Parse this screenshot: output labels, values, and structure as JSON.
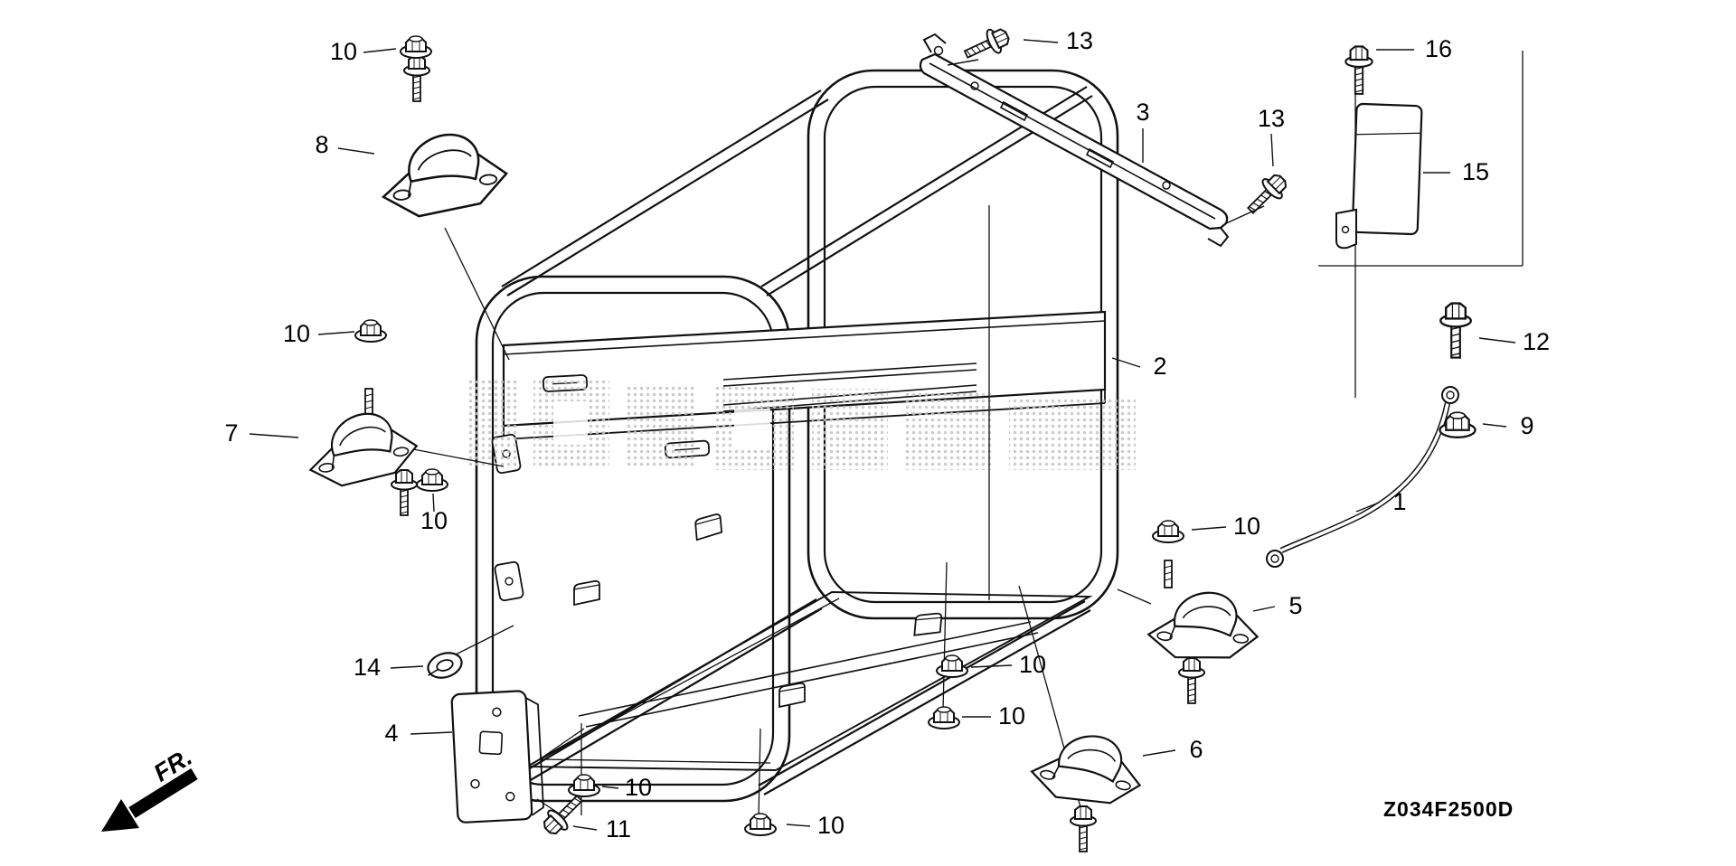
{
  "diagram": {
    "drawing_code": "Z034F2500D",
    "fr_label": "FR.",
    "colors": {
      "line": "#111111",
      "background": "#ffffff",
      "watermark_dot": "#c4c4c4"
    },
    "callouts": [
      {
        "n": "10"
      },
      {
        "n": "8"
      },
      {
        "n": "13"
      },
      {
        "n": "3"
      },
      {
        "n": "13"
      },
      {
        "n": "16"
      },
      {
        "n": "15"
      },
      {
        "n": "10"
      },
      {
        "n": "2"
      },
      {
        "n": "12"
      },
      {
        "n": "9"
      },
      {
        "n": "7"
      },
      {
        "n": "1"
      },
      {
        "n": "10"
      },
      {
        "n": "10"
      },
      {
        "n": "5"
      },
      {
        "n": "14"
      },
      {
        "n": "10"
      },
      {
        "n": "10"
      },
      {
        "n": "4"
      },
      {
        "n": "6"
      },
      {
        "n": "10"
      },
      {
        "n": "11"
      },
      {
        "n": "10"
      }
    ]
  }
}
